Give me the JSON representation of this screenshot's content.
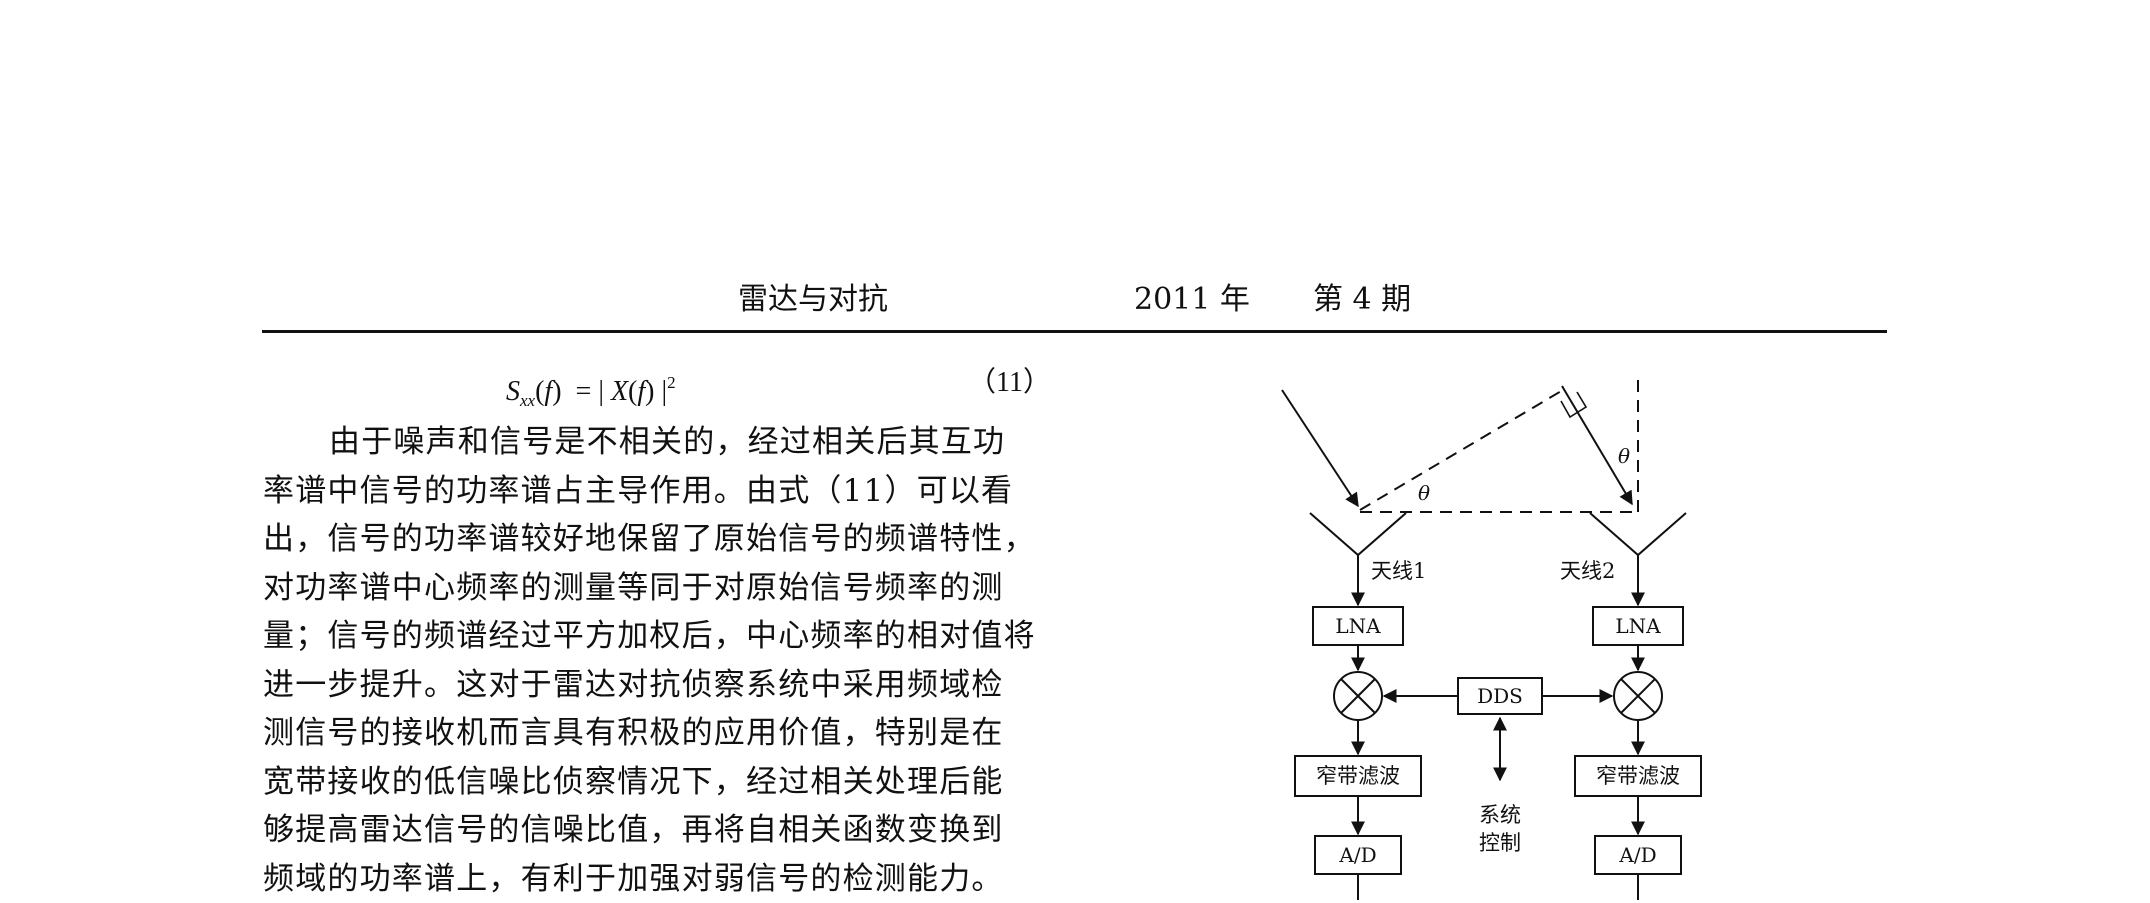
{
  "header": {
    "journal": "雷达与对抗",
    "year": "2011 年",
    "issue": "第 4 期"
  },
  "equation": {
    "number": "（11）"
  },
  "paragraph": {
    "lines": [
      "由于噪声和信号是不相关的，经过相关后其互功",
      "率谱中信号的功率谱占主导作用。由式（11）可以看",
      "出，信号的功率谱较好地保留了原始信号的频谱特性，",
      "对功率谱中心频率的测量等同于对原始信号频率的测",
      "量；信号的频谱经过平方加权后，中心频率的相对值将",
      "进一步提升。这对于雷达对抗侦察系统中采用频域检",
      "测信号的接收机而言具有积极的应用价值，特别是在",
      "宽带接收的低信噪比侦察情况下，经过相关处理后能",
      "够提高雷达信号的信噪比值，再将自相关函数变换到",
      "频域的功率谱上，有利于加强对弱信号的检测能力。"
    ]
  },
  "diagram": {
    "theta_left": "θ",
    "theta_right": "θ",
    "antenna1": "天线1",
    "antenna2": "天线2",
    "lna_left": "LNA",
    "lna_right": "LNA",
    "dds": "DDS",
    "filter_left": "窄带滤波",
    "filter_right": "窄带滤波",
    "control_line1": "系统",
    "control_line2": "控制",
    "adc_left": "A/D",
    "adc_right": "A/D"
  }
}
